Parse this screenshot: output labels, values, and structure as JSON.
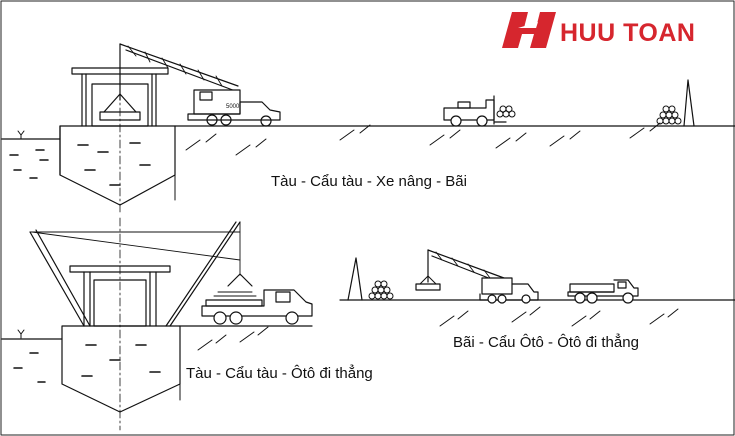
{
  "brand": {
    "name": "HUU TOAN",
    "color": "#d6262e"
  },
  "captions": {
    "top": "Tàu - Cẩu tàu - Xe nâng - Bãi",
    "bottom_left": "Tàu - Cẩu tàu - Ôtô đi thẳng",
    "bottom_right": "Bãi - Cẩu Ôtô - Ôtô đi thẳng"
  },
  "crane_cab_label": "5000"
}
